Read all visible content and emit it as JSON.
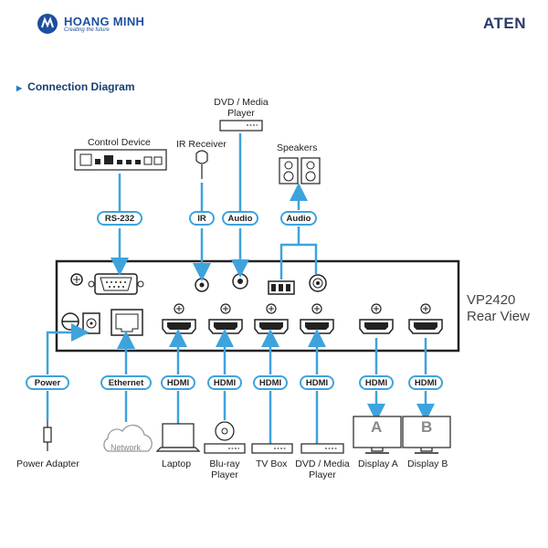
{
  "header": {
    "brand_name": "HOANG MINH",
    "brand_tagline": "Creating the future",
    "right_logo": "ATEN"
  },
  "section": {
    "title": "Connection Diagram"
  },
  "device": {
    "model": "VP2420",
    "view": "Rear View"
  },
  "sources_top": {
    "control_device": "Control Device",
    "ir_receiver": "IR Receiver",
    "dvd_player_line1": "DVD / Media",
    "dvd_player_line2": "Player",
    "speakers": "Speakers"
  },
  "pills_top": {
    "rs232": "RS-232",
    "ir": "IR",
    "audio_in": "Audio",
    "audio_out": "Audio"
  },
  "pills_bottom": {
    "power": "Power",
    "ethernet": "Ethernet",
    "hdmi1": "HDMI",
    "hdmi2": "HDMI",
    "hdmi3": "HDMI",
    "hdmi4": "HDMI",
    "hdmi_out_a": "HDMI",
    "hdmi_out_b": "HDMI"
  },
  "devices_bottom": {
    "network": "Network",
    "power_adapter": "Power Adapter",
    "laptop": "Laptop",
    "bluray_line1": "Blu-ray",
    "bluray_line2": "Player",
    "tvbox": "TV Box",
    "dvd_line1": "DVD / Media",
    "dvd_line2": "Player",
    "display_a": "Display A",
    "display_b": "Display B",
    "display_a_letter": "A",
    "display_b_letter": "B"
  },
  "colors": {
    "accent": "#3ea3dc",
    "title": "#17406e",
    "outline": "#222222"
  }
}
